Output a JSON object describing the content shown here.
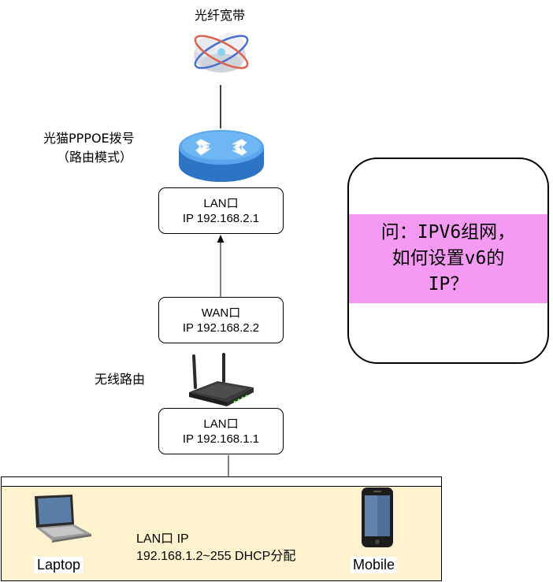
{
  "nodes": {
    "fiber": {
      "label": "光纤宽带"
    },
    "modem": {
      "label_line1": "光猫PPPOE拨号",
      "label_line2": "（路由模式）"
    },
    "modem_lan": {
      "line1": "LAN口",
      "line2": "IP 192.168.2.1"
    },
    "router_wan": {
      "line1": "WAN口",
      "line2": "IP 192.168.2.2"
    },
    "router": {
      "label": "无线路由"
    },
    "router_lan": {
      "line1": "LAN口",
      "line2": "IP 192.168.1.1"
    },
    "lan": {
      "line1": "LAN口 IP",
      "line2": "192.168.1.2~255 DHCP分配"
    },
    "laptop": {
      "label": "Laptop"
    },
    "mobile": {
      "label": "Mobile"
    }
  },
  "question": {
    "line1": "问：IPV6组网，",
    "line2": "如何设置v6的",
    "line3": "IP？"
  },
  "colors": {
    "question_band": "#f59af2",
    "lan_area": "#fff3cf",
    "router_blue": "#3d8fe0"
  }
}
